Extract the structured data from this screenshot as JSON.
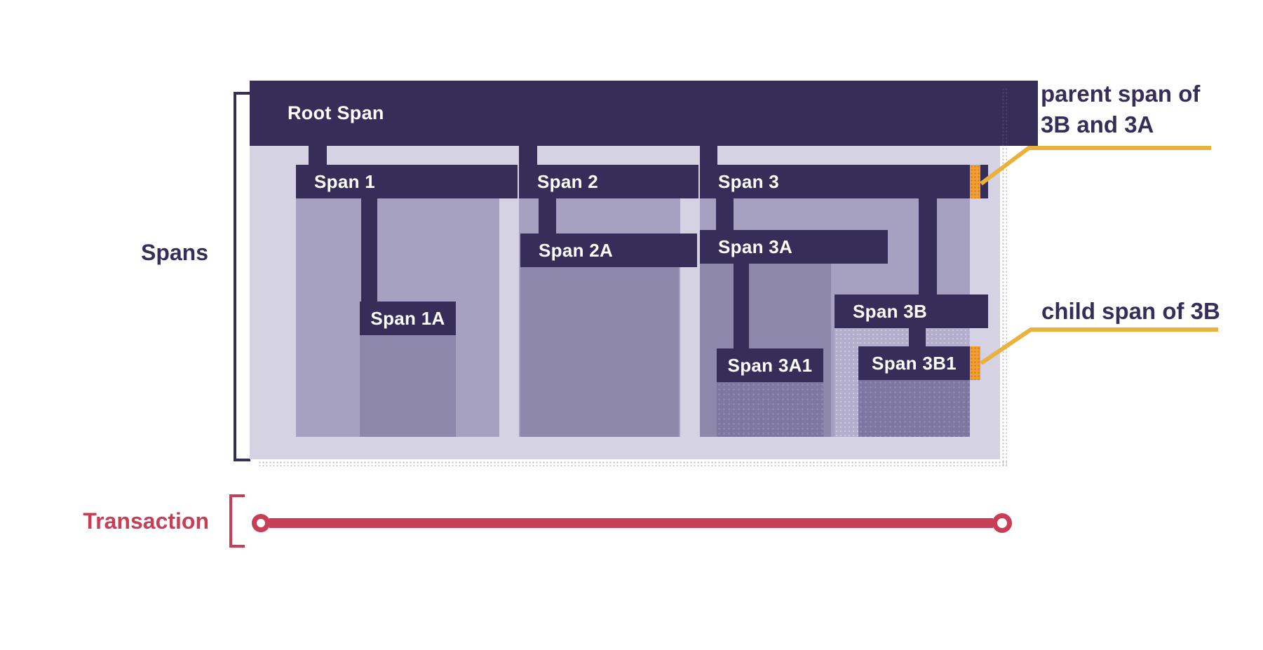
{
  "labels": {
    "spans_bracket": "Spans",
    "transaction": "Transaction"
  },
  "spans": {
    "root": "Root Span",
    "span1": "Span 1",
    "span1a": "Span 1A",
    "span2": "Span 2",
    "span2a": "Span 2A",
    "span3": "Span 3",
    "span3a": "Span 3A",
    "span3a1": "Span 3A1",
    "span3b": "Span 3B",
    "span3b1": "Span 3B1"
  },
  "annotations": {
    "parent_line1": "parent span of",
    "parent_line2": "3B and 3A",
    "child": "child span of 3B"
  },
  "colors": {
    "dark": "#362d59",
    "lavender": "#d5d2e3",
    "fill_light": "#a6a1c0",
    "fill_mid": "#8d87ab",
    "fill_deep": "#7e77a1",
    "fill_strip": "#b3aecb",
    "orange": "#efa12e",
    "yellow": "#e9b23c",
    "red": "#c73e56",
    "text_navy": "#362d59",
    "white": "#ffffff"
  }
}
